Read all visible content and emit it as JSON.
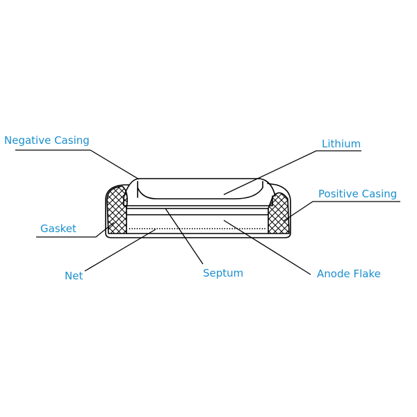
{
  "labels": {
    "negative_casing": "Negative Casing",
    "lithium": "Lithium",
    "positive_casing": "Positive Casing",
    "gasket": "Gasket",
    "net": "Net",
    "septum": "Septum",
    "anode_flake": "Anode Flake"
  },
  "colors": {
    "label_text": "#1b8fcf",
    "line": "#000000",
    "background": "#ffffff"
  }
}
